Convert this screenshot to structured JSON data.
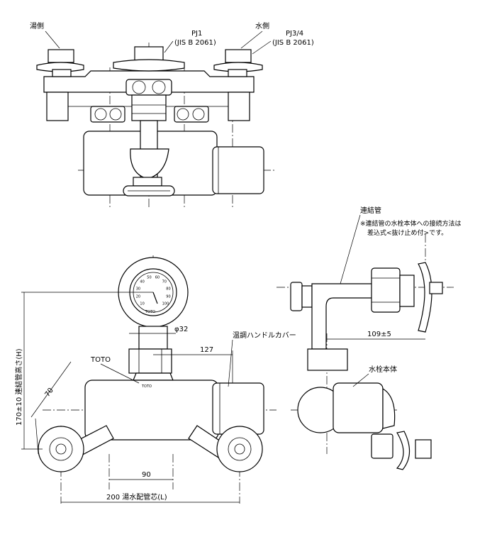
{
  "top_view": {
    "hot_side_label": "湯側",
    "cold_side_label": "水側",
    "pj1_label": "PJ1",
    "pj1_std": "(JIS B 2061)",
    "pj34_label": "PJ3/4",
    "pj34_std": "(JIS B 2061)"
  },
  "front_view": {
    "dim_height": "170±10 連結管高さ(H)",
    "dim_70": "70",
    "dim_phi32": "φ32",
    "dim_127": "127",
    "dim_90": "90",
    "dim_200": "200 湯水配管芯(L)",
    "label_toto": "TOTO",
    "label_handle_cover": "温調ハンドルカバー",
    "body_brand": "TOTO",
    "gauge_brand": "TOTO"
  },
  "side_view": {
    "label_connecting_pipe": "連結管",
    "note_line1": "※連結管の水栓本体への接続方法は",
    "note_line2": "差込式<抜け止め付>です。",
    "dim_109": "109±5",
    "label_body": "水栓本体"
  },
  "gauge_numbers": [
    "10",
    "20",
    "30",
    "40",
    "50",
    "60",
    "70",
    "80",
    "90",
    "100"
  ]
}
